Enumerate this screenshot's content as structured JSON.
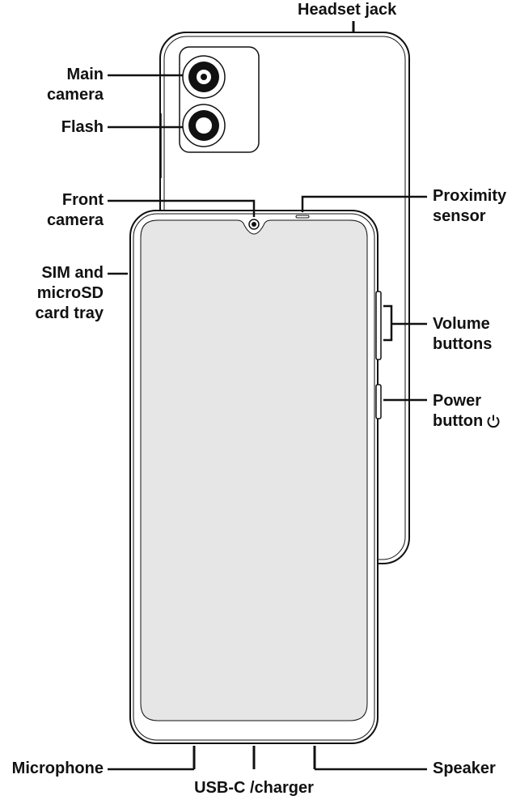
{
  "labels": {
    "headset_jack": "Headset jack",
    "main_camera": [
      "Main",
      "camera"
    ],
    "flash": "Flash",
    "front_camera": [
      "Front",
      "camera"
    ],
    "proximity_sensor": [
      "Proximity",
      "sensor"
    ],
    "sim_tray": [
      "SIM and",
      "microSD",
      "card tray"
    ],
    "volume_buttons": [
      "Volume",
      "buttons"
    ],
    "power_button": [
      "Power",
      "button"
    ],
    "microphone": "Microphone",
    "usb_c": "USB-C /charger",
    "speaker": "Speaker"
  },
  "icons": {
    "power": "power-icon"
  },
  "colors": {
    "line": "#111111",
    "screen": "#e6e6e6",
    "body": "#ffffff"
  }
}
